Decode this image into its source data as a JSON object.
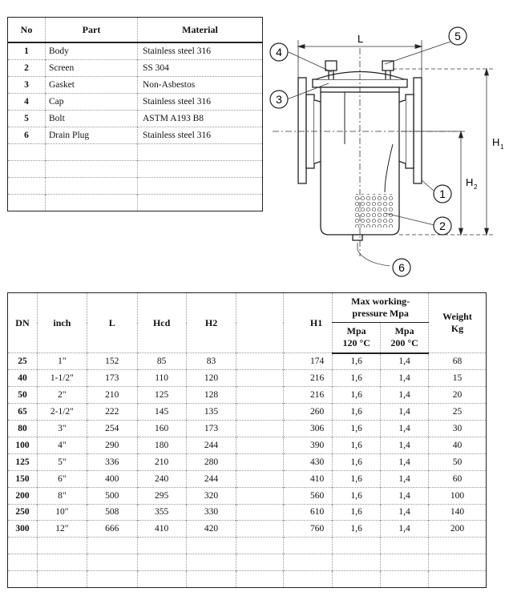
{
  "parts_table": {
    "headers": {
      "no": "No",
      "part": "Part",
      "material": "Material"
    },
    "rows": [
      {
        "no": "1",
        "part": "Body",
        "material": "Stainless steel 316"
      },
      {
        "no": "2",
        "part": "Screen",
        "material": "SS 304"
      },
      {
        "no": "3",
        "part": "Gasket",
        "material": "Non-Asbestos"
      },
      {
        "no": "4",
        "part": "Cap",
        "material": "Stainless steel 316"
      },
      {
        "no": "5",
        "part": "Bolt",
        "material": "ASTM A193 B8"
      },
      {
        "no": "6",
        "part": "Drain Plug",
        "material": "Stainless steel 316"
      }
    ],
    "empty_rows": 4
  },
  "drawing": {
    "label_L": "L",
    "label_H1": "H",
    "label_H1_sub": "1",
    "label_H2": "H",
    "label_H2_sub": "2",
    "callouts": [
      "1",
      "2",
      "3",
      "4",
      "5",
      "6"
    ]
  },
  "dims_table": {
    "headers": {
      "dn": "DN",
      "inch": "inch",
      "l": "L",
      "hcd": "Hcd",
      "h2": "H2",
      "h1": "H1",
      "pressure_group_line1": "Max working-",
      "pressure_group_line2": "pressure Mpa",
      "mpa120_line1": "Mpa",
      "mpa120_line2": "120 °C",
      "mpa200_line1": "Mpa",
      "mpa200_line2": "200 °C",
      "weight_line1": "Weight",
      "weight_line2": "Kg"
    },
    "rows": [
      {
        "dn": "25",
        "inch": "1\"",
        "l": "152",
        "hcd": "85",
        "h2": "83",
        "h1": "174",
        "p120": "1,6",
        "p200": "1,4",
        "weight": "68"
      },
      {
        "dn": "40",
        "inch": "1-1/2\"",
        "l": "173",
        "hcd": "110",
        "h2": "120",
        "h1": "216",
        "p120": "1,6",
        "p200": "1,4",
        "weight": "15"
      },
      {
        "dn": "50",
        "inch": "2\"",
        "l": "210",
        "hcd": "125",
        "h2": "128",
        "h1": "216",
        "p120": "1,6",
        "p200": "1,4",
        "weight": "20"
      },
      {
        "dn": "65",
        "inch": "2-1/2\"",
        "l": "222",
        "hcd": "145",
        "h2": "135",
        "h1": "260",
        "p120": "1,6",
        "p200": "1,4",
        "weight": "25"
      },
      {
        "dn": "80",
        "inch": "3\"",
        "l": "254",
        "hcd": "160",
        "h2": "173",
        "h1": "306",
        "p120": "1,6",
        "p200": "1,4",
        "weight": "30"
      },
      {
        "dn": "100",
        "inch": "4\"",
        "l": "290",
        "hcd": "180",
        "h2": "244",
        "h1": "390",
        "p120": "1,6",
        "p200": "1,4",
        "weight": "40"
      },
      {
        "dn": "125",
        "inch": "5\"",
        "l": "336",
        "hcd": "210",
        "h2": "280",
        "h1": "430",
        "p120": "1,6",
        "p200": "1,4",
        "weight": "50"
      },
      {
        "dn": "150",
        "inch": "6\"",
        "l": "400",
        "hcd": "240",
        "h2": "244",
        "h1": "410",
        "p120": "1,6",
        "p200": "1,4",
        "weight": "60"
      },
      {
        "dn": "200",
        "inch": "8\"",
        "l": "500",
        "hcd": "295",
        "h2": "320",
        "h1": "560",
        "p120": "1,6",
        "p200": "1,4",
        "weight": "100"
      },
      {
        "dn": "250",
        "inch": "10\"",
        "l": "508",
        "hcd": "355",
        "h2": "330",
        "h1": "610",
        "p120": "1,6",
        "p200": "1,4",
        "weight": "140"
      },
      {
        "dn": "300",
        "inch": "12\"",
        "l": "666",
        "hcd": "410",
        "h2": "420",
        "h1": "760",
        "p120": "1,6",
        "p200": "1,4",
        "weight": "200"
      }
    ],
    "empty_rows": 3
  }
}
